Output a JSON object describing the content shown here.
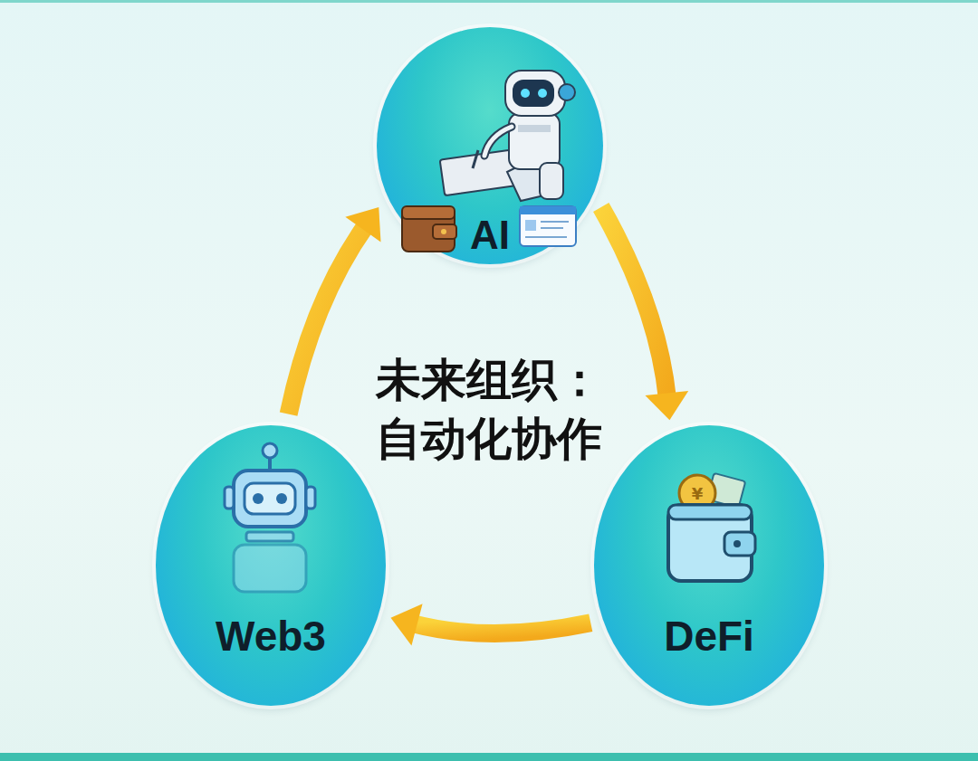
{
  "diagram": {
    "title": "未来组织： 自动化协作",
    "nodes": [
      {
        "text": [
          "AI"
        ]
      },
      {
        "text": [
          "Web3"
        ]
      },
      {
        "text": [
          "DeFi"
        ]
      }
    ],
    "edges": [
      {
        "from": 0,
        "to": 2,
        "arrow": "to"
      },
      {
        "from": 2,
        "to": 1,
        "arrow": "to"
      },
      {
        "from": 1,
        "to": 0,
        "arrow": "to"
      }
    ]
  }
}
